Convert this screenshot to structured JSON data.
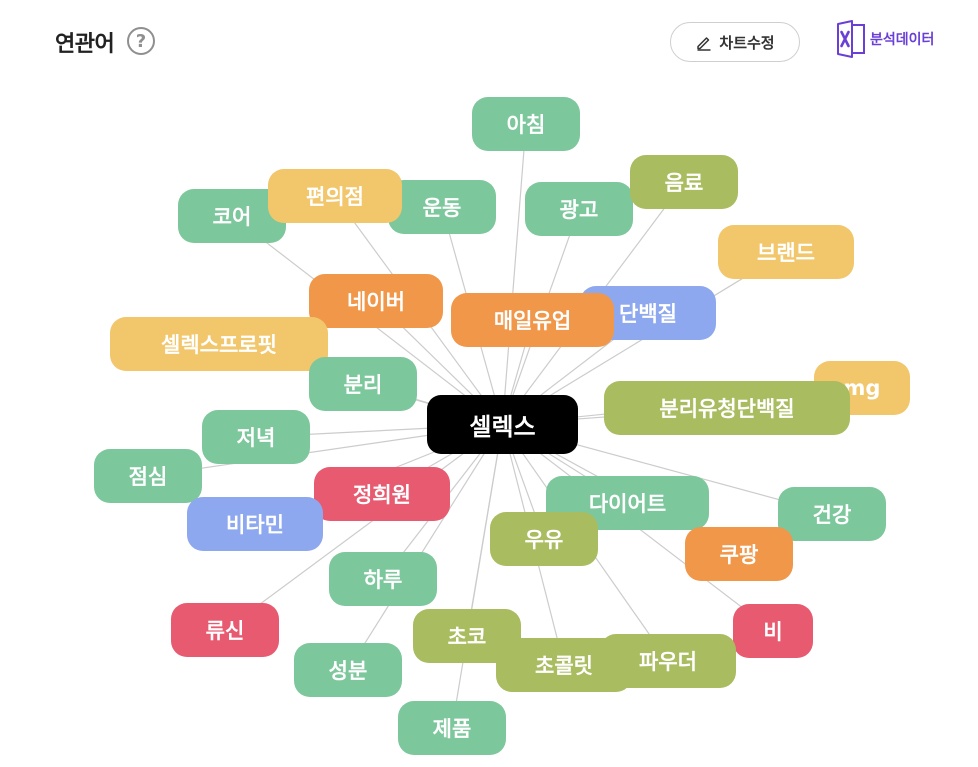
{
  "header": {
    "title": "연관어",
    "help_glyph": "?",
    "edit_button_label": "차트수정",
    "excel_label": "분석데이터"
  },
  "colors": {
    "green": "#7dc79c",
    "olive": "#a9bc60",
    "orange": "#f0974a",
    "yellow": "#f2c66b",
    "red": "#e75a6f",
    "blue": "#8ea8f0",
    "center": "#000000",
    "excel_purple": "#6a3fd6",
    "line": "#cccccc"
  },
  "graph": {
    "center": "셀렉스",
    "terms": [
      {
        "id": "n-achim",
        "label": "아침",
        "color": "green"
      },
      {
        "id": "n-gwanggo",
        "label": "광고",
        "color": "green"
      },
      {
        "id": "n-eumryo",
        "label": "음료",
        "color": "olive"
      },
      {
        "id": "n-core",
        "label": "코어",
        "color": "green"
      },
      {
        "id": "n-undong",
        "label": "운동",
        "color": "green"
      },
      {
        "id": "n-pyeonuijeom",
        "label": "편의점",
        "color": "yellow"
      },
      {
        "id": "n-brand",
        "label": "브랜드",
        "color": "yellow"
      },
      {
        "id": "n-naver",
        "label": "네이버",
        "color": "orange"
      },
      {
        "id": "n-danbaekjil",
        "label": "단백질",
        "color": "blue"
      },
      {
        "id": "n-maeil",
        "label": "매일유업",
        "color": "orange"
      },
      {
        "id": "n-protfit",
        "label": "셀렉스프로핏",
        "color": "yellow"
      },
      {
        "id": "n-mg",
        "label": "mg",
        "color": "yellow"
      },
      {
        "id": "n-bunri",
        "label": "분리",
        "color": "green"
      },
      {
        "id": "n-bunriyucheong",
        "label": "분리유청단백질",
        "color": "olive"
      },
      {
        "id": "n-jeonyeok",
        "label": "저녁",
        "color": "green"
      },
      {
        "id": "n-jeomsim",
        "label": "점심",
        "color": "green"
      },
      {
        "id": "n-jeonghuiwon",
        "label": "정희원",
        "color": "red"
      },
      {
        "id": "n-diet",
        "label": "다이어트",
        "color": "green"
      },
      {
        "id": "n-geongang",
        "label": "건강",
        "color": "green"
      },
      {
        "id": "n-vitamin",
        "label": "비타민",
        "color": "blue"
      },
      {
        "id": "n-uyu",
        "label": "우유",
        "color": "olive"
      },
      {
        "id": "n-coupang",
        "label": "쿠팡",
        "color": "orange"
      },
      {
        "id": "n-haru",
        "label": "하루",
        "color": "green"
      },
      {
        "id": "n-ryusin",
        "label": "류신",
        "color": "red"
      },
      {
        "id": "n-bi",
        "label": "비",
        "color": "red"
      },
      {
        "id": "n-choco",
        "label": "초코",
        "color": "olive"
      },
      {
        "id": "n-powder",
        "label": "파우더",
        "color": "olive"
      },
      {
        "id": "n-chocolate",
        "label": "초콜릿",
        "color": "olive"
      },
      {
        "id": "n-seongbun",
        "label": "성분",
        "color": "green"
      },
      {
        "id": "n-jepum",
        "label": "제품",
        "color": "green"
      }
    ]
  }
}
